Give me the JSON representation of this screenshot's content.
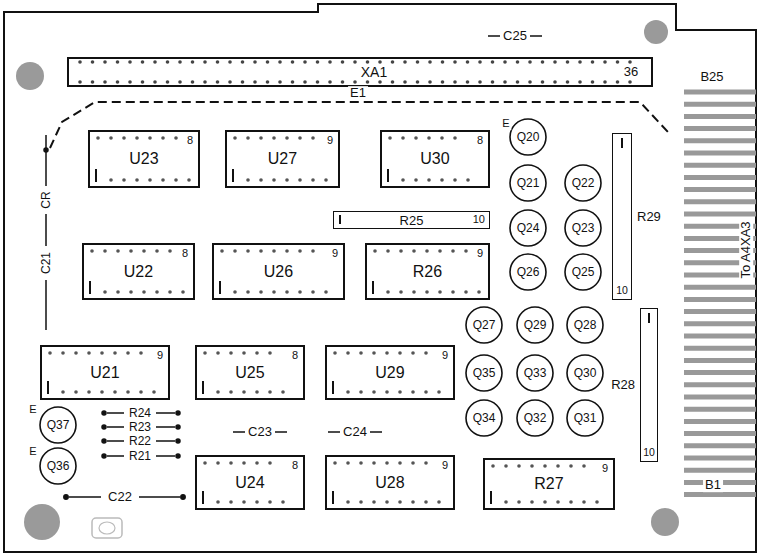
{
  "diagram": {
    "nodes": [
      {
        "text": [
          "U23",
          "8"
        ]
      },
      {
        "text": [
          "U27",
          "9"
        ]
      },
      {
        "text": [
          "U30",
          "8"
        ]
      },
      {
        "text": [
          "Q20"
        ]
      },
      {
        "text": [
          "Q21"
        ]
      },
      {
        "text": [
          "Q22"
        ]
      },
      {
        "text": [
          "R29",
          "10"
        ]
      },
      {
        "text": [
          "R25",
          "10"
        ]
      },
      {
        "text": [
          "U22",
          "8"
        ]
      },
      {
        "text": [
          "U26",
          "9"
        ]
      },
      {
        "text": [
          "R26",
          "9"
        ]
      },
      {
        "text": [
          "Q24"
        ]
      },
      {
        "text": [
          "Q23"
        ]
      },
      {
        "text": [
          "Q26"
        ]
      },
      {
        "text": [
          "Q25"
        ]
      },
      {
        "text": [
          "Q27"
        ]
      },
      {
        "text": [
          "Q29"
        ]
      },
      {
        "text": [
          "Q28"
        ]
      },
      {
        "text": [
          "R28",
          "10"
        ]
      },
      {
        "text": [
          "U21",
          "9"
        ]
      },
      {
        "text": [
          "U25",
          "8"
        ]
      },
      {
        "text": [
          "U29",
          "9"
        ]
      },
      {
        "text": [
          "Q35"
        ]
      },
      {
        "text": [
          "Q33"
        ]
      },
      {
        "text": [
          "Q30"
        ]
      },
      {
        "text": [
          "Q34"
        ]
      },
      {
        "text": [
          "Q32"
        ]
      },
      {
        "text": [
          "Q31"
        ]
      },
      {
        "text": [
          "Q37"
        ]
      },
      {
        "text": [
          "Q36"
        ]
      },
      {
        "text": [
          "U24",
          "8"
        ]
      },
      {
        "text": [
          "U28",
          "9"
        ]
      },
      {
        "text": [
          "R27",
          "9"
        ]
      }
    ],
    "labels": [
      "C25",
      "XA1",
      "36",
      "E1",
      "B25",
      "E",
      "CR",
      "C21",
      "To A4XA3",
      "E",
      "R24",
      "R23",
      "R22",
      "R21",
      "C23",
      "C24",
      "E",
      "C22",
      "B1"
    ]
  }
}
